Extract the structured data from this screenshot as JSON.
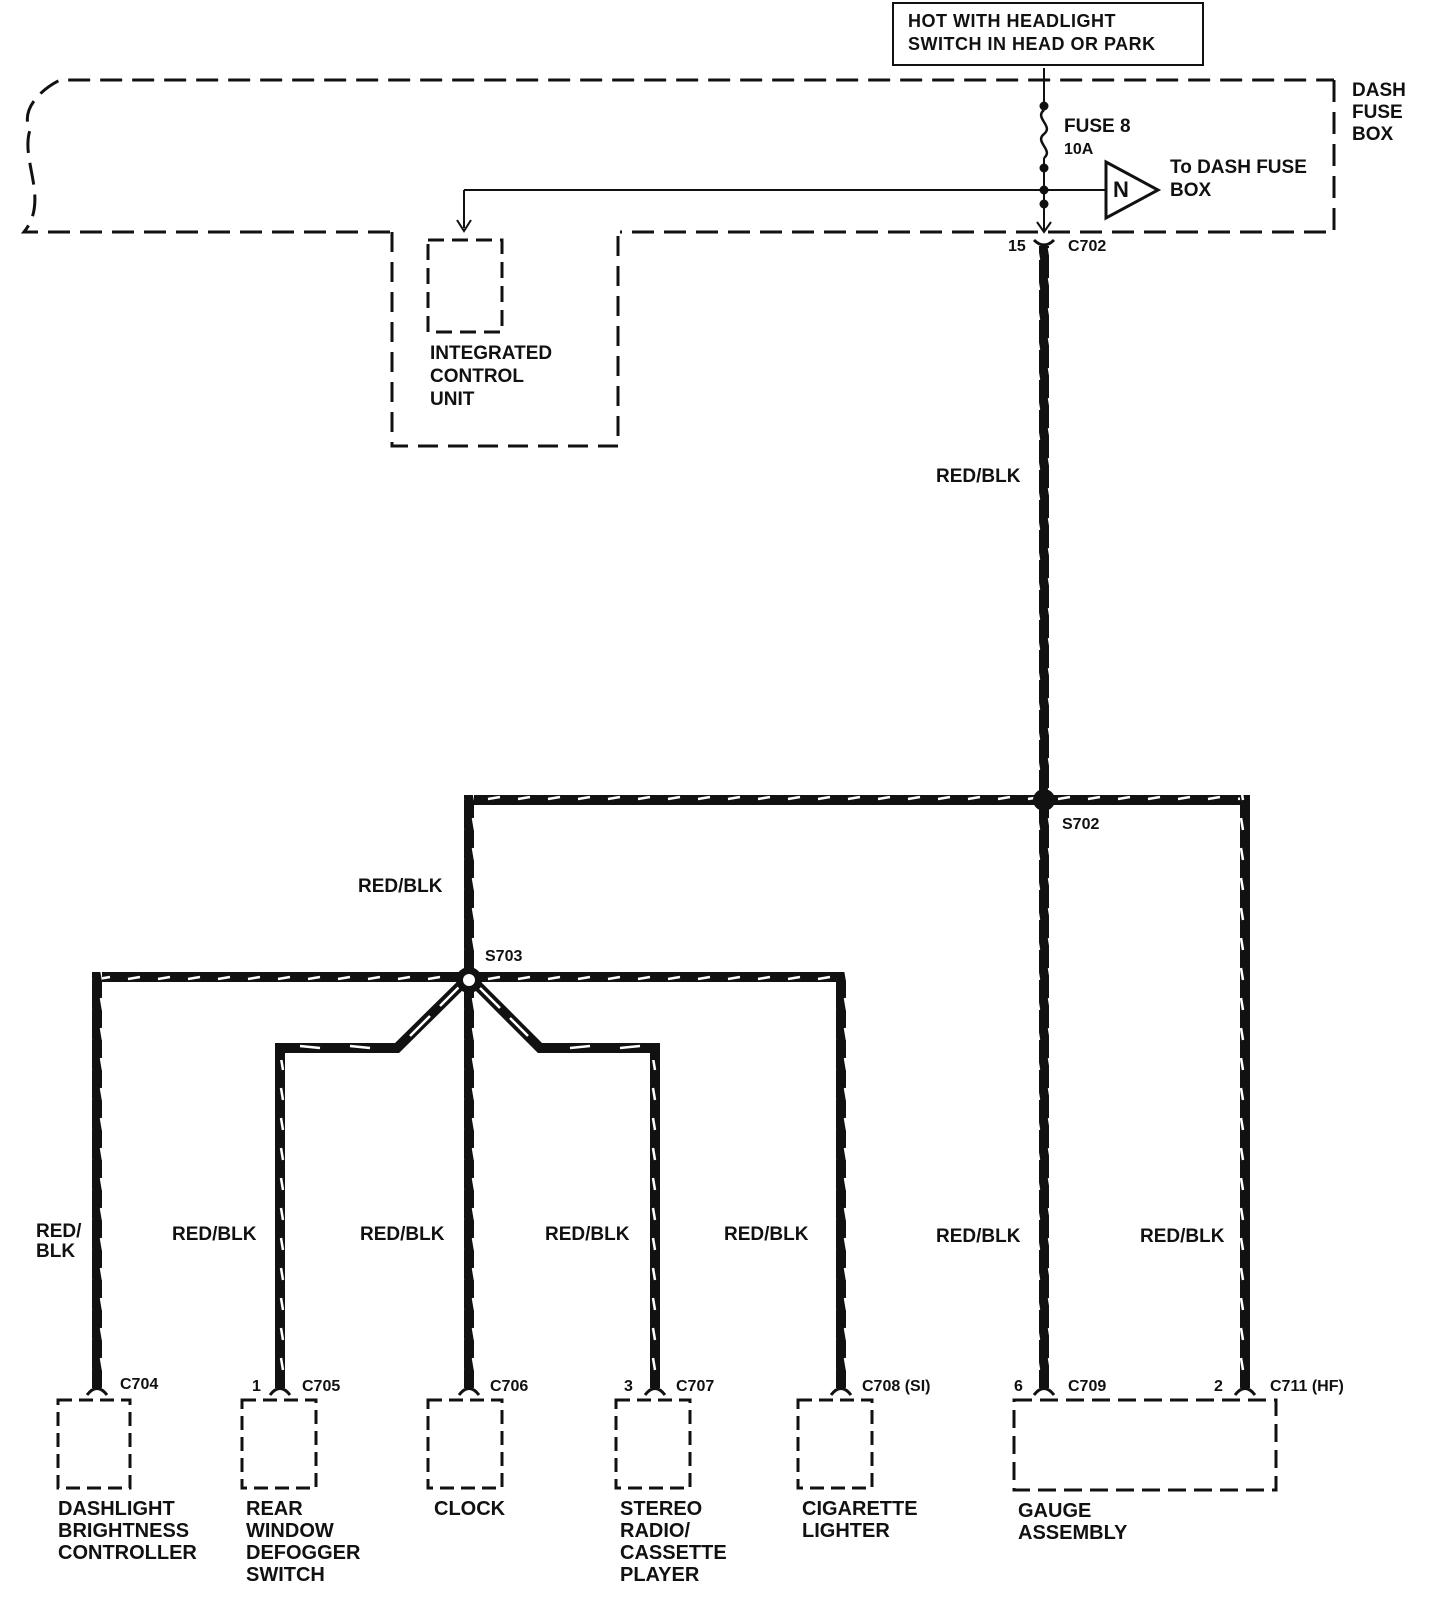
{
  "header_note": {
    "line1": "HOT  WITH HEADLIGHT",
    "line2": "SWITCH IN HEAD OR PARK"
  },
  "fuse_box": {
    "name_lines": [
      "DASH",
      "FUSE",
      "BOX"
    ],
    "fuse_label": "FUSE 8",
    "fuse_rating": "10A",
    "link_letter": "N",
    "link_lines": [
      "To DASH FUSE",
      "BOX"
    ]
  },
  "integrated_control_unit": {
    "lines": [
      "INTEGRATED",
      "CONTROL",
      "UNIT"
    ]
  },
  "main_feed": {
    "pin": "15",
    "connector": "C702",
    "wire_color": "RED/BLK"
  },
  "splices": {
    "s702": "S702",
    "s703": "S703"
  },
  "branch_wire_labels": {
    "s703_feed": "RED/BLK",
    "dashlight": [
      "RED/",
      "BLK"
    ],
    "rear_defogger": "RED/BLK",
    "clock": "RED/BLK",
    "stereo": "RED/BLK",
    "lighter": "RED/BLK",
    "gauge_c709": "RED/BLK",
    "gauge_c711": "RED/BLK"
  },
  "connectors": {
    "c704": {
      "pin": "",
      "name": "C704"
    },
    "c705": {
      "pin": "1",
      "name": "C705"
    },
    "c706": {
      "pin": "",
      "name": "C706"
    },
    "c707": {
      "pin": "3",
      "name": "C707"
    },
    "c708": {
      "pin": "",
      "name": "C708 (SI)"
    },
    "c709": {
      "pin": "6",
      "name": "C709"
    },
    "c711": {
      "pin": "2",
      "name": "C711 (HF)"
    }
  },
  "components": {
    "dashlight": [
      "DASHLIGHT",
      "BRIGHTNESS",
      "CONTROLLER"
    ],
    "rear_defogger": [
      "REAR",
      "WINDOW",
      "DEFOGGER",
      "SWITCH"
    ],
    "clock": [
      "CLOCK"
    ],
    "stereo": [
      "STEREO",
      "RADIO/",
      "CASSETTE",
      "PLAYER"
    ],
    "lighter": [
      "CIGARETTE",
      "LIGHTER"
    ],
    "gauge": [
      "GAUGE",
      "ASSEMBLY"
    ]
  }
}
